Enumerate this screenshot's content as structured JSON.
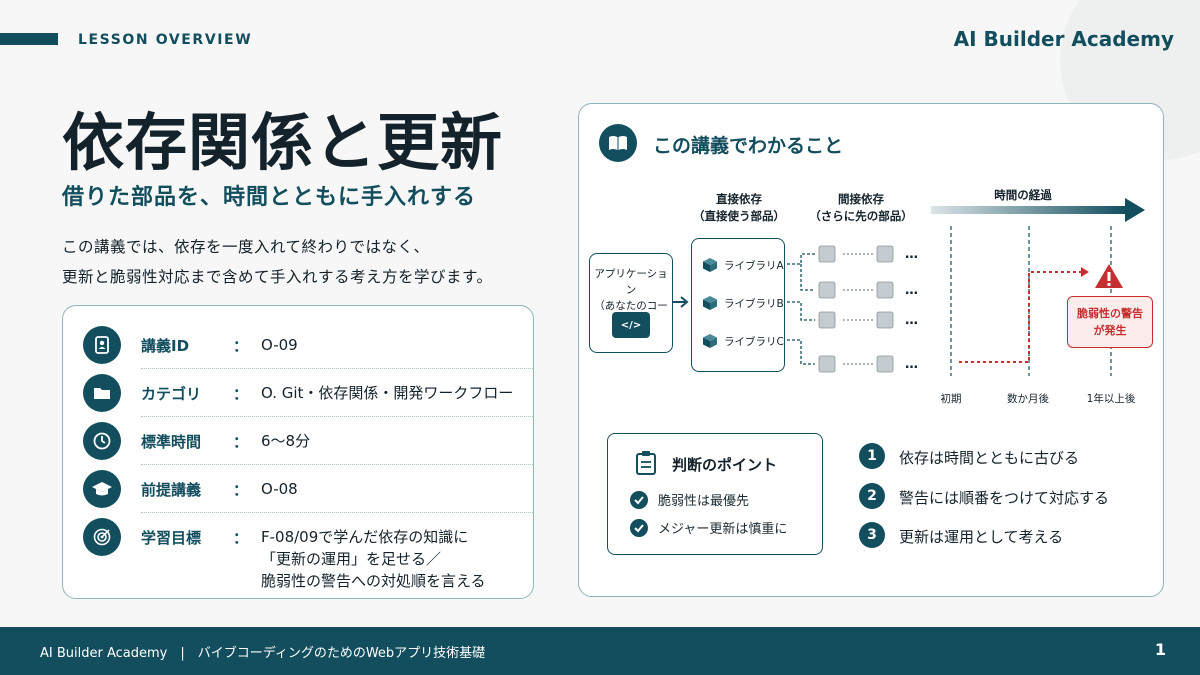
{
  "header": {
    "lesson_label": "LESSON OVERVIEW",
    "brand": "AI Builder Academy"
  },
  "hero": {
    "title": "依存関係と更新",
    "subtitle": "借りた部品を、時間とともに手入れする",
    "desc_line1": "この講義では、依存を一度入れて終わりではなく、",
    "desc_line2": "更新と脆弱性対応まで含めて手入れする考え方を学びます。"
  },
  "info": {
    "colon": "：",
    "rows": [
      {
        "key": "講義ID",
        "value": "O-09",
        "icon": "id-card-icon"
      },
      {
        "key": "カテゴリ",
        "value": "O. Git・依存関係・開発ワークフロー",
        "icon": "folder-icon"
      },
      {
        "key": "標準時間",
        "value": "6〜8分",
        "icon": "clock-icon"
      },
      {
        "key": "前提講義",
        "value": "O-08",
        "icon": "graduation-cap-icon"
      },
      {
        "key": "学習目標",
        "lines": [
          "F-08/09で学んだ依存の知識に",
          "「更新の運用」を足せる／",
          "脆弱性の警告への対処順を言える"
        ],
        "icon": "target-icon"
      }
    ]
  },
  "learn": {
    "title": "この講義でわかること",
    "icon": "book-icon",
    "direct_head": "直接依存",
    "direct_sub": "（直接使う部品）",
    "indirect_head": "間接依存",
    "indirect_sub": "（さらに先の部品）",
    "time_head": "時間の経過",
    "app_line1": "アプリケーション",
    "app_line2": "（あなたのコード）",
    "code_symbol": "</>",
    "libs": [
      "ライブラリA",
      "ライブラリB",
      "ライブラリC"
    ],
    "ellipsis": "…",
    "times": [
      "初期",
      "数か月後",
      "1年以上後"
    ],
    "alert_line1": "脆弱性の警告",
    "alert_line2": "が発生",
    "judge_title": "判断のポイント",
    "judge_items": [
      "脆弱性は最優先",
      "メジャー更新は慎重に"
    ],
    "points": [
      {
        "num": "1",
        "text": "依存は時間とともに古びる"
      },
      {
        "num": "2",
        "text": "警告には順番をつけて対応する"
      },
      {
        "num": "3",
        "text": "更新は運用として考える"
      }
    ]
  },
  "footer": {
    "text": "AI Builder Academy　|　バイブコーディングのためのWebアプリ技術基礎",
    "page": "1"
  },
  "colors": {
    "accent": "#134e5e",
    "alert": "#c62f2f",
    "background": "#f6f7f6"
  }
}
